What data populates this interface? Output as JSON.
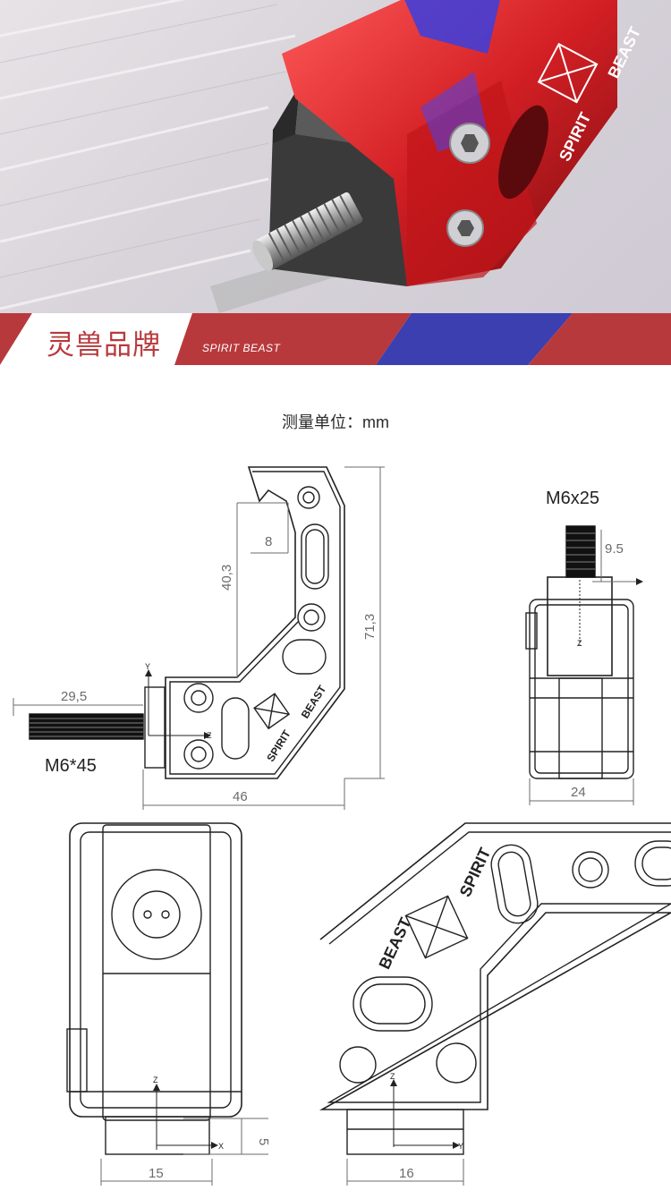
{
  "brand": {
    "name_cn": "灵兽品牌",
    "name_en": "SPIRIT BEAST",
    "colors": {
      "red": "#b8393c",
      "blue": "#3b3fb0",
      "dark_red": "#8e2224"
    }
  },
  "hero": {
    "logo_line1": "SPIRIT",
    "logo_line2": "BEAST"
  },
  "unit_label": "测量单位：mm",
  "side_view": {
    "dims": {
      "total_height": "71,3",
      "slot_height": "40,3",
      "slot_width": "8",
      "width": "46",
      "bolt_length": "29,5"
    },
    "bolt_callout": "M6*45",
    "logo_line1": "SPIRIT",
    "logo_line2": "BEAST",
    "axes": {
      "y": "Y",
      "z": "Z"
    }
  },
  "front_view": {
    "bolt_callout": "M6x25",
    "dims": {
      "bolt_protrusion": "9.5",
      "width": "24"
    },
    "axes": {
      "z": "Z"
    }
  },
  "bottom_left_view": {
    "dims": {
      "width": "15",
      "height": "5"
    },
    "axes": {
      "z": "Z",
      "x": "X"
    }
  },
  "bottom_right_view": {
    "dims": {
      "width": "16"
    },
    "logo_line1": "SPIRIT",
    "logo_line2": "BEAST",
    "axes": {
      "z": "Z",
      "y": "Y"
    }
  }
}
